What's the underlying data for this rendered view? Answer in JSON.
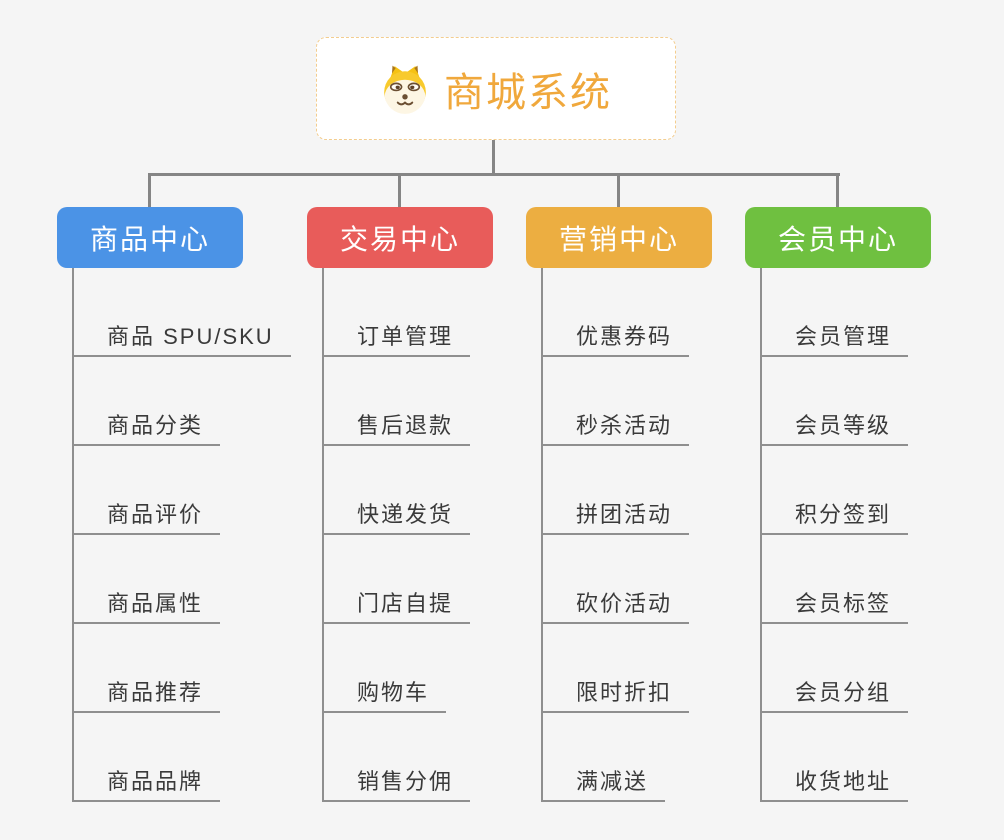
{
  "root": {
    "title": "商城系统",
    "icon": "dog-face-icon",
    "text_color": "#f0a83c",
    "border_color": "#f3cd8f"
  },
  "palette": {
    "background": "#f5f5f5",
    "connector": "#858585",
    "underline": "#8f8f8f",
    "item_text": "#3a3a3a"
  },
  "columns": [
    {
      "label": "商品中心",
      "color": "#4b93e6",
      "items": [
        "商品 SPU/SKU",
        "商品分类",
        "商品评价",
        "商品属性",
        "商品推荐",
        "商品品牌"
      ]
    },
    {
      "label": "交易中心",
      "color": "#e85c5a",
      "items": [
        "订单管理",
        "售后退款",
        "快递发货",
        "门店自提",
        "购物车",
        "销售分佣"
      ]
    },
    {
      "label": "营销中心",
      "color": "#ecae41",
      "items": [
        "优惠券码",
        "秒杀活动",
        "拼团活动",
        "砍价活动",
        "限时折扣",
        "满减送"
      ]
    },
    {
      "label": "会员中心",
      "color": "#6fc040",
      "items": [
        "会员管理",
        "会员等级",
        "积分签到",
        "会员标签",
        "会员分组",
        "收货地址"
      ]
    }
  ]
}
